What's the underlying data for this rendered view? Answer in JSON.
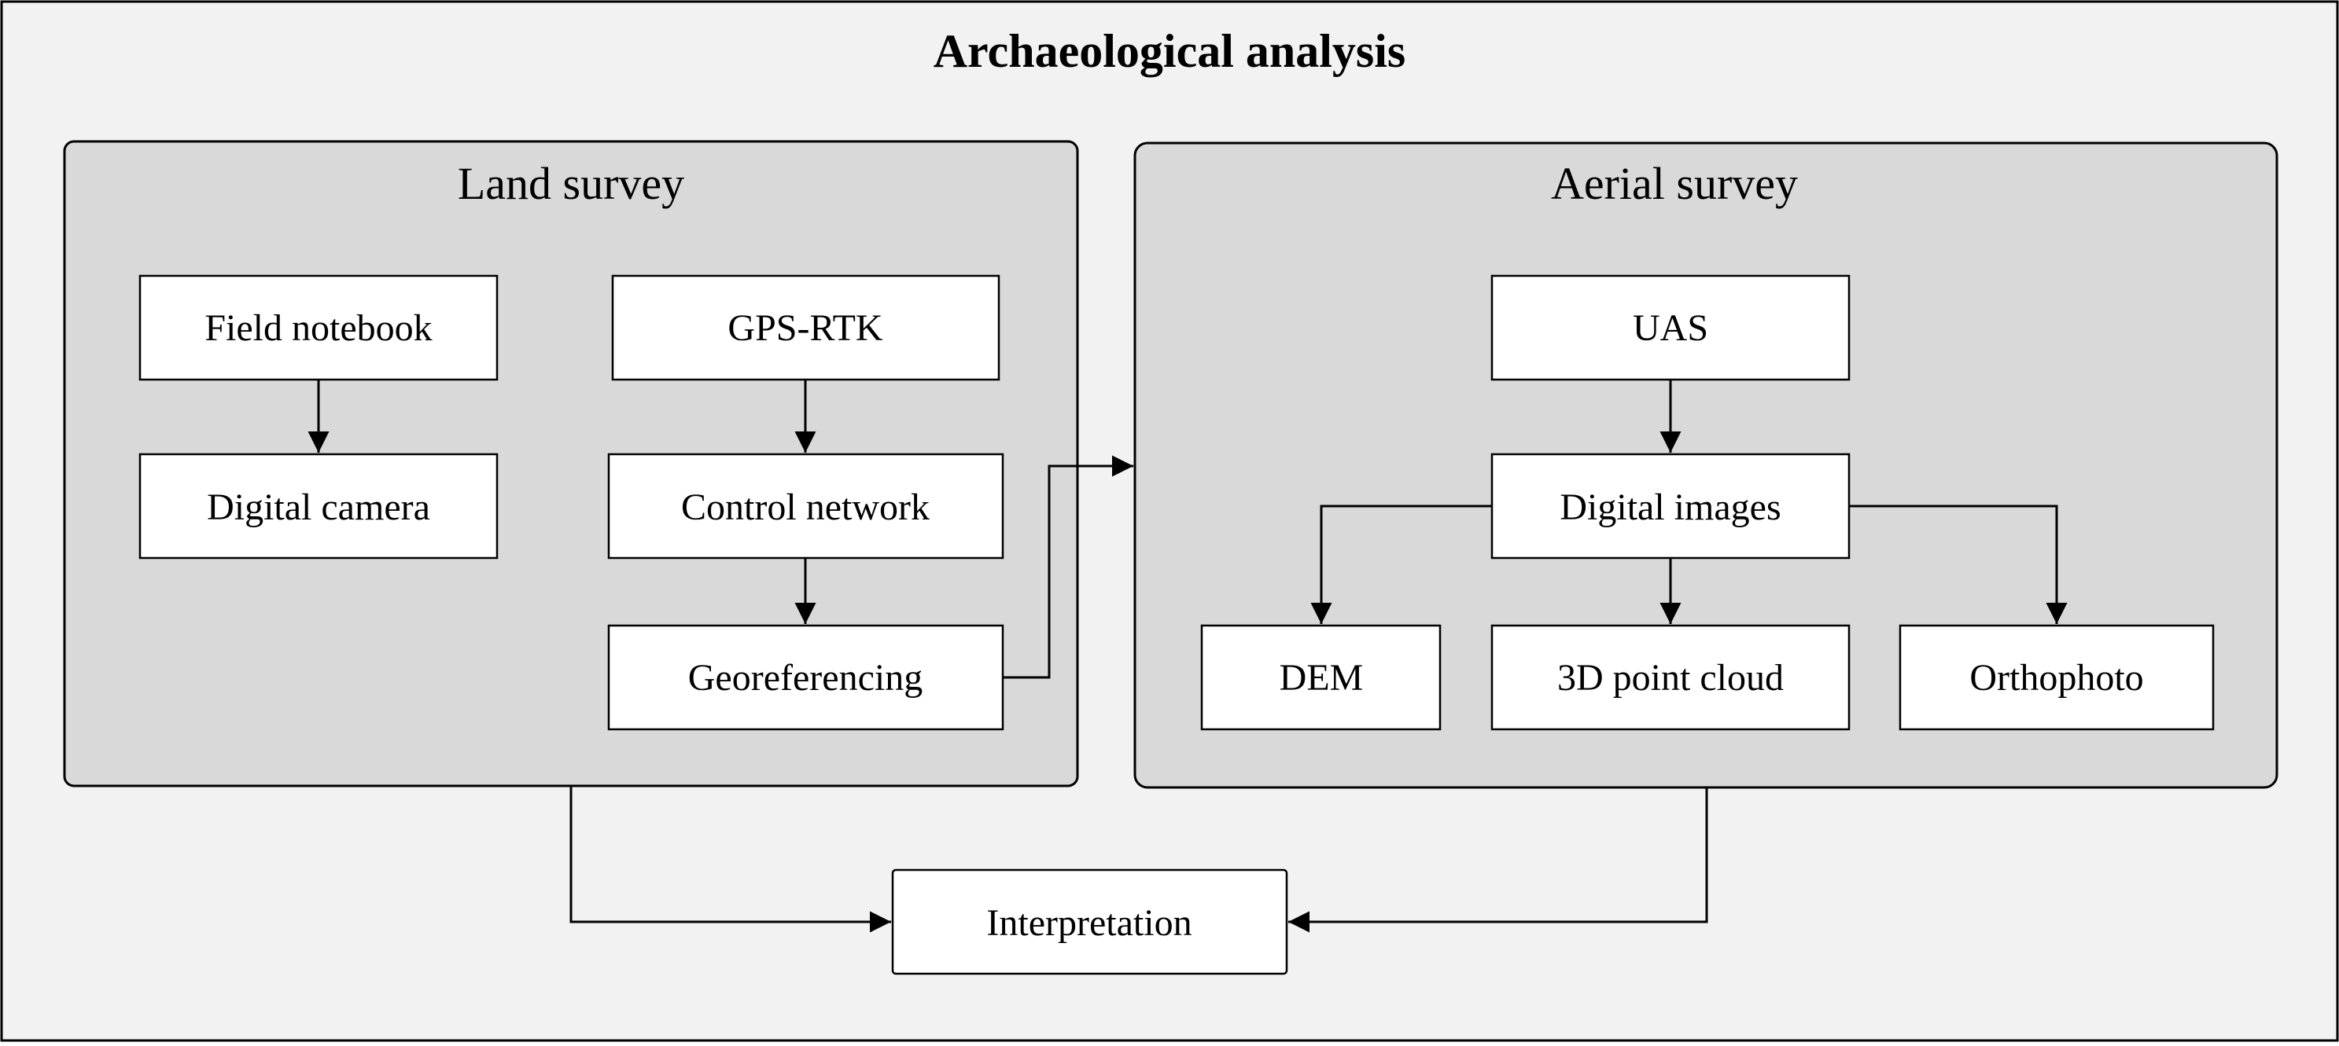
{
  "title": "Archaeological analysis",
  "groups": {
    "land_survey": {
      "label": "Land survey"
    },
    "aerial_survey": {
      "label": "Aerial survey"
    }
  },
  "nodes": {
    "field_notebook": "Field notebook",
    "digital_camera": "Digital camera",
    "gps_rtk": "GPS-RTK",
    "control_network": "Control network",
    "georeferencing": "Georeferencing",
    "uas": "UAS",
    "digital_images": "Digital images",
    "dem": "DEM",
    "point_cloud": "3D point cloud",
    "orthophoto": "Orthophoto",
    "interpretation": "Interpretation"
  },
  "edges": [
    {
      "from": "field_notebook",
      "to": "digital_camera"
    },
    {
      "from": "gps_rtk",
      "to": "control_network"
    },
    {
      "from": "control_network",
      "to": "georeferencing"
    },
    {
      "from": "georeferencing",
      "to": "aerial_survey"
    },
    {
      "from": "uas",
      "to": "digital_images"
    },
    {
      "from": "digital_images",
      "to": "dem"
    },
    {
      "from": "digital_images",
      "to": "point_cloud"
    },
    {
      "from": "digital_images",
      "to": "orthophoto"
    },
    {
      "from": "land_survey",
      "to": "interpretation"
    },
    {
      "from": "aerial_survey",
      "to": "interpretation"
    }
  ],
  "colors": {
    "background": "#f2f2f2",
    "group_fill": "#d9d9d9",
    "node_fill": "#ffffff",
    "stroke": "#000000"
  }
}
